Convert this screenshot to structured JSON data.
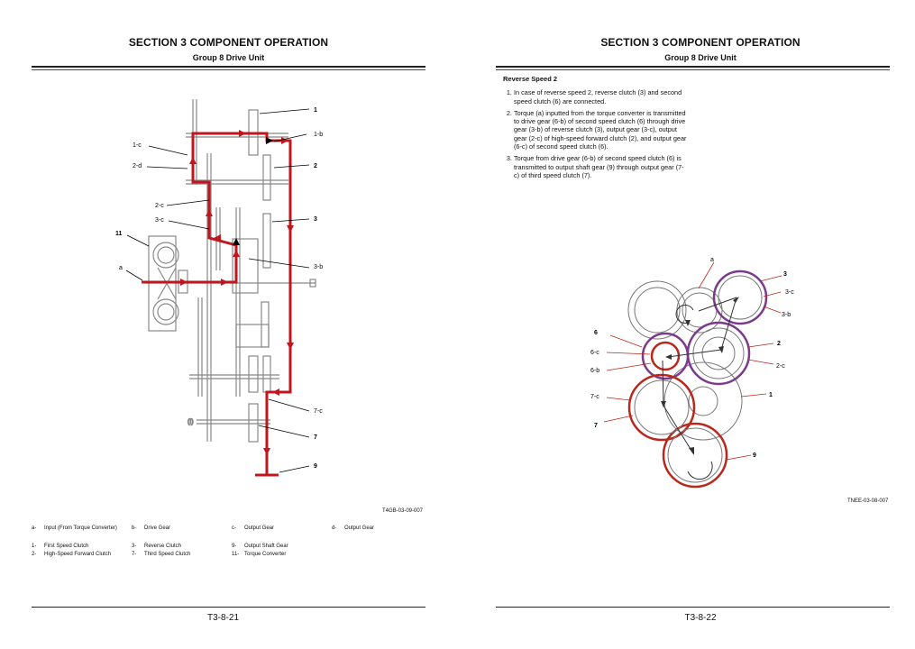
{
  "left_page": {
    "section_title": "SECTION 3 COMPONENT OPERATION",
    "group_title": "Group 8 Drive Unit",
    "figure_code": "T4GB-03-09-007",
    "page_number": "T3-8-21",
    "labels": {
      "l1": "1",
      "l1b": "1-b",
      "l1c": "1-c",
      "l2d": "2-d",
      "l2": "2",
      "l2c": "2-c",
      "l3c": "3-c",
      "l3": "3",
      "l11": "11",
      "l3b": "3-b",
      "la": "a",
      "l7c": "7-c",
      "l7": "7",
      "l9": "9"
    },
    "legend_letters": [
      {
        "key": "a-",
        "text": "Input (From Torque Converter)"
      },
      {
        "key": "b-",
        "text": "Drive Gear"
      },
      {
        "key": "c-",
        "text": "Output Gear"
      },
      {
        "key": "d-",
        "text": "Output Gear"
      }
    ],
    "legend_numbers": [
      {
        "key": "1-",
        "text": "First Speed Clutch"
      },
      {
        "key": "2-",
        "text": "High-Speed Forward Clutch"
      },
      {
        "key": "3-",
        "text": "Reverse Clutch"
      },
      {
        "key": "7-",
        "text": "Third Speed Clutch"
      },
      {
        "key": "9-",
        "text": "Output Shaft Gear"
      },
      {
        "key": "11-",
        "text": "Torque Converter"
      }
    ]
  },
  "right_page": {
    "section_title": "SECTION 3 COMPONENT OPERATION",
    "group_title": "Group 8 Drive Unit",
    "heading": "Reverse Speed 2",
    "items": [
      "In case of reverse speed 2, reverse clutch (3) and second speed clutch (6) are connected.",
      "Torque (a) inputted from the torque converter is transmitted to drive gear (6-b) of second speed clutch (6) through drive gear (3-b) of reverse clutch (3), output gear (3-c), output gear (2-c) of high-speed forward clutch (2), and output gear (6-c) of second speed clutch (6).",
      "Torque from drive gear (6-b) of second speed clutch (6) is transmitted to output shaft gear (9) through output gear (7-c) of third speed clutch (7)."
    ],
    "labels": {
      "ra": "a",
      "r3": "3",
      "r3c": "3-c",
      "r3b": "3-b",
      "r6": "6",
      "r6c": "6-c",
      "r2": "2",
      "r2c": "2-c",
      "r6b": "6-b",
      "r1": "1",
      "r7c": "7-c",
      "r7": "7",
      "r9": "9"
    },
    "figure_code": "TNEE-03-08-007",
    "page_number": "T3-8-22"
  },
  "colors": {
    "power_flow": "#c0161e",
    "gear_purple": "#7b3b8c",
    "gear_red": "#b8281c",
    "gear_gray": "#777777"
  }
}
